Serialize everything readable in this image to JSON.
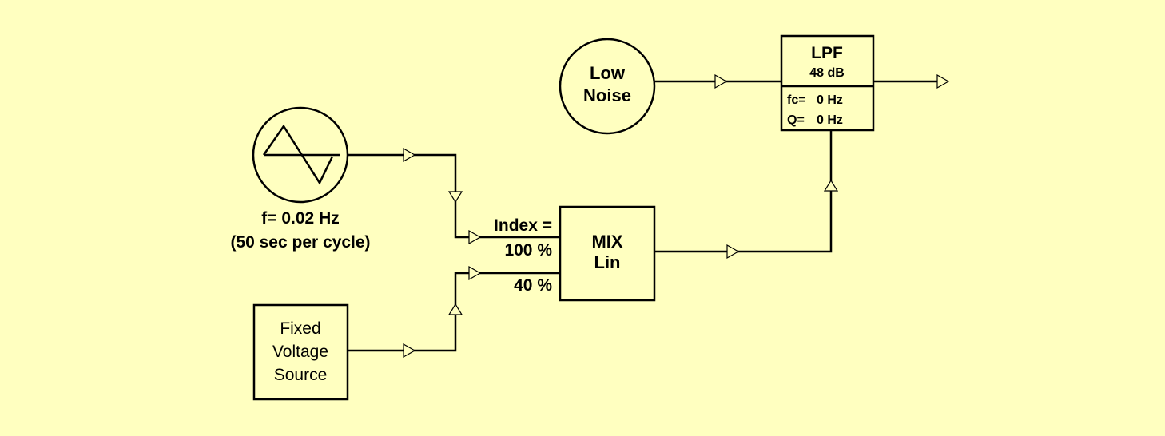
{
  "low_noise": {
    "line1": "Low",
    "line2": "Noise"
  },
  "lpf": {
    "title": "LPF",
    "slope": "48 dB",
    "fc_label": "fc=",
    "fc_value": "0 Hz",
    "q_label": "Q=",
    "q_value": "0 Hz"
  },
  "lfo": {
    "waveform_icon": "triangle-wave-icon",
    "freq_label": "f= 0.02 Hz",
    "cycle_label": "(50 sec per cycle)"
  },
  "mixer": {
    "line1": "MIX",
    "line2": "Lin",
    "index_label": "Index =",
    "input1_level": "100 %",
    "input2_level": "40 %"
  },
  "fixed_source": {
    "line1": "Fixed",
    "line2": "Voltage",
    "line3": "Source"
  },
  "colors": {
    "background": "#FFFFC0",
    "stroke": "#000000"
  }
}
